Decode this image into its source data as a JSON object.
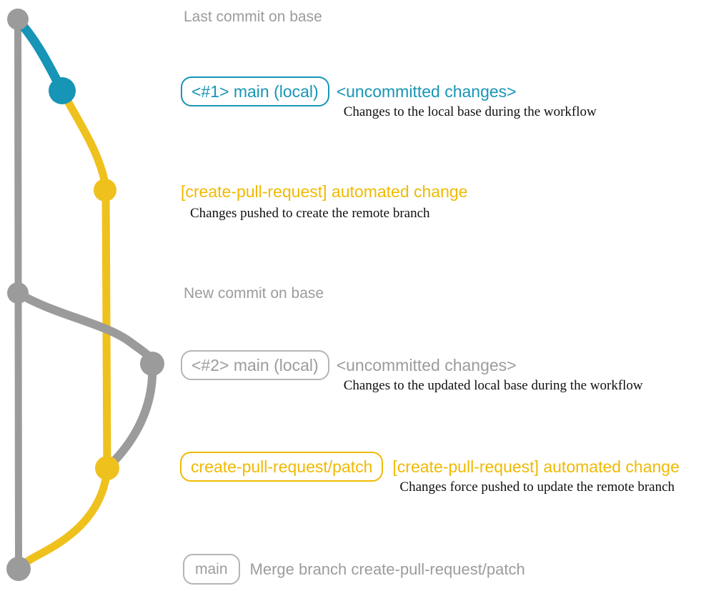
{
  "colors": {
    "gray": "#9b9b9b",
    "gray_text": "#9c9c9c",
    "gray_border": "#b5b5b5",
    "teal": "#1795b6",
    "yellow": "#efc11d",
    "yellow_text": "#f0ba00",
    "caption_black": "#101010",
    "background": "#ffffff"
  },
  "graph": {
    "description": "git commit graph",
    "nodes": [
      {
        "id": "base-tip",
        "color_name": "gray"
      },
      {
        "id": "main-local-1",
        "color_name": "teal"
      },
      {
        "id": "patch-commit-1",
        "color_name": "yellow"
      },
      {
        "id": "new-base-commit",
        "color_name": "gray"
      },
      {
        "id": "main-local-2",
        "color_name": "gray"
      },
      {
        "id": "patch-commit-2",
        "color_name": "yellow"
      },
      {
        "id": "merge-commit",
        "color_name": "gray"
      }
    ]
  },
  "annotations": {
    "top": {
      "label": "Last commit on base"
    },
    "section1": {
      "badge": "<#1> main (local)",
      "status": "<uncommitted changes>",
      "caption": "Changes to the local base during the workflow"
    },
    "section2": {
      "label": "[create-pull-request] automated change",
      "caption": "Changes pushed to create the remote branch"
    },
    "mid": {
      "label": "New commit on base"
    },
    "section3": {
      "badge": "<#2> main (local)",
      "status": "<uncommitted changes>",
      "caption": "Changes to the updated local base during the workflow"
    },
    "section4": {
      "badge": "create-pull-request/patch",
      "label": "[create-pull-request] automated change",
      "caption": "Changes force pushed to update the remote branch"
    },
    "bottom": {
      "badge": "main",
      "label": "Merge branch create-pull-request/patch"
    }
  }
}
